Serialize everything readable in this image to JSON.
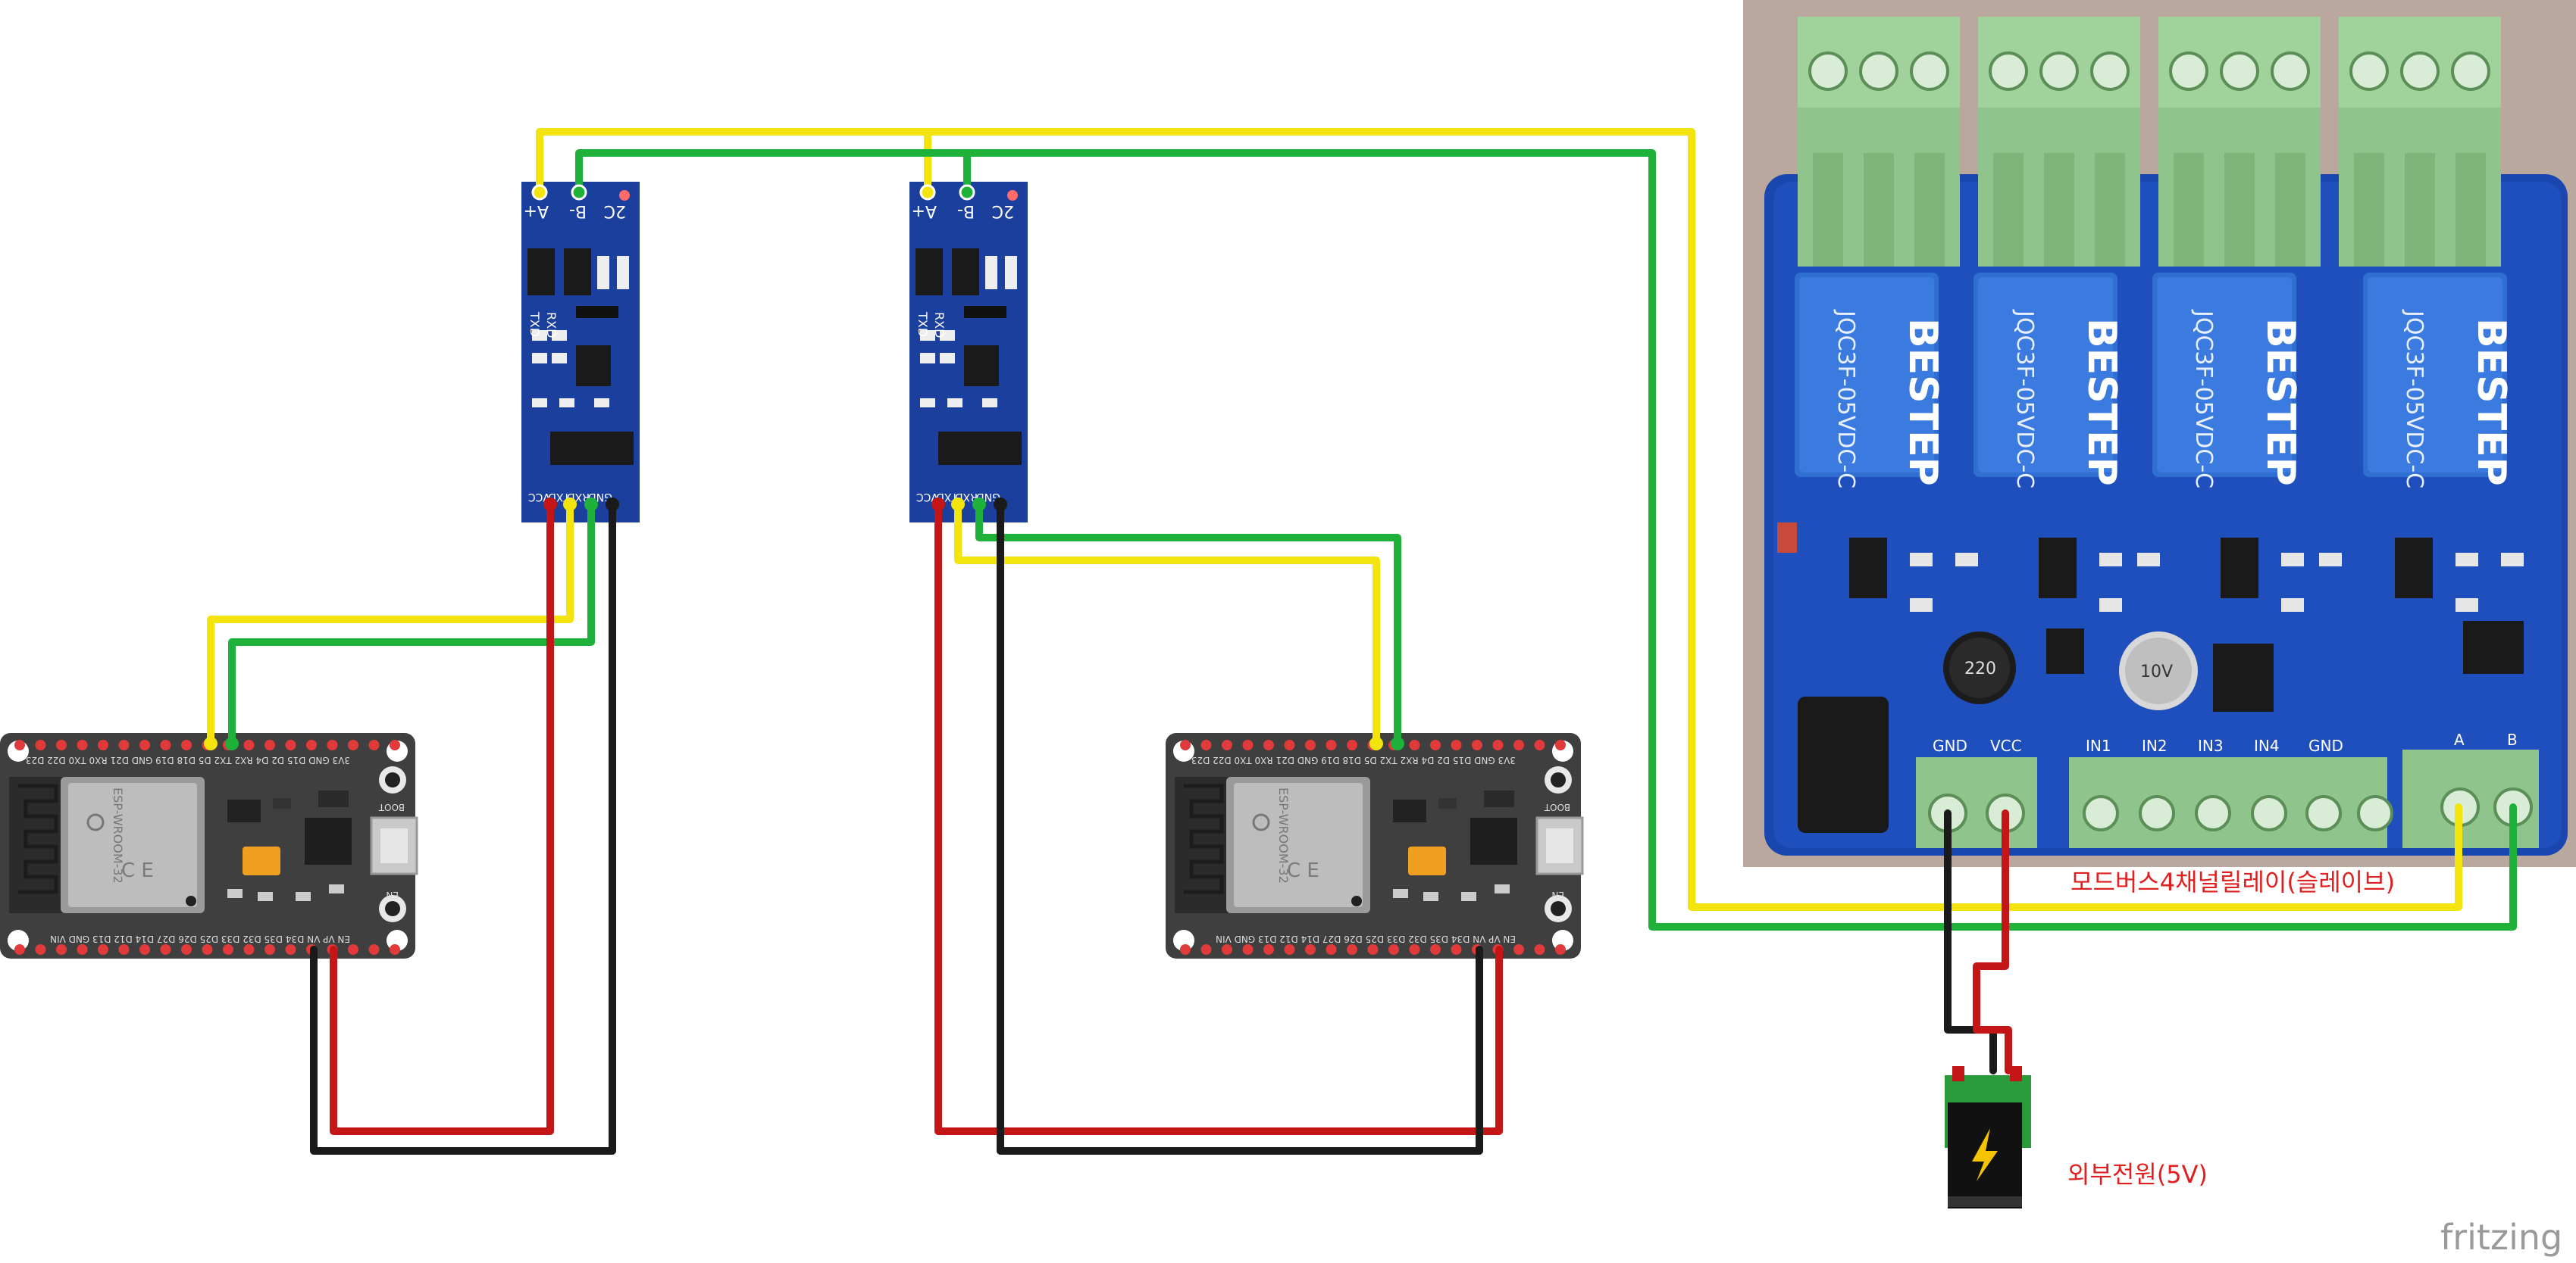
{
  "colors": {
    "wire_yellow": "#f2e40c",
    "wire_green": "#1fb23a",
    "wire_red": "#c41616",
    "wire_black": "#1a1a1a",
    "pcb_blue": "#1b3f9c",
    "esp_board": "#404040",
    "relay_blue": "#2f6fd1",
    "terminal_green": "#8fc48c",
    "label_red": "#e02020"
  },
  "labels": {
    "relay_caption": "모드버스4채널릴레이(슬레이브)",
    "power_caption": "외부전원(5V)",
    "watermark": "fritzing"
  },
  "rs485_module": {
    "top_pins": [
      "A+",
      "B-",
      "2C"
    ],
    "side_pins": [
      "TXD",
      "RXD"
    ],
    "bottom_pins": [
      "VCC",
      "TXD",
      "RXD",
      "GND"
    ]
  },
  "esp32": {
    "module_text": "ESP-WROOM-32",
    "btn_boot": "BOOT",
    "btn_en": "EN",
    "top_header": "3V3 GND D15 D2 D4 RX2 TX2 D5 D18 D19 GND D21 RX0 TX0 D22 D23",
    "bottom_header": "EN VP VN D34 D35 D32 D33 D25 D26 D27 D14 D12 D13 GND VIN"
  },
  "relay_board": {
    "relay_brand": "BESTEP",
    "relay_model": "JQC3F-05VDC-C",
    "power_terminals": [
      "GND",
      "VCC"
    ],
    "input_terminals": [
      "IN1",
      "IN2",
      "IN3",
      "IN4",
      "GND"
    ],
    "bus_terminals": [
      "A",
      "B"
    ],
    "capacitor_1": "220",
    "capacitor_2": "10V"
  }
}
